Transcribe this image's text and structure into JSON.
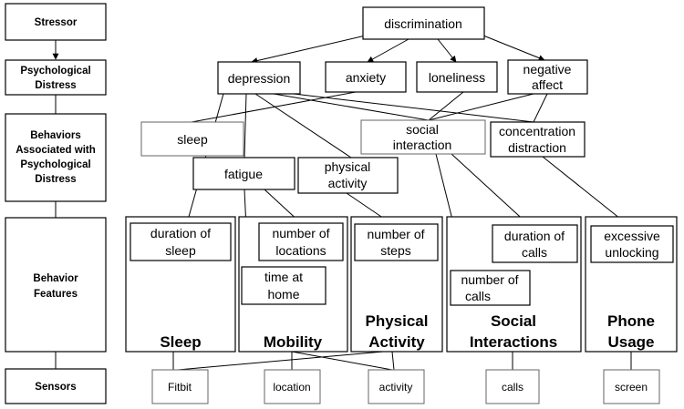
{
  "levels": {
    "stressor": "Stressor",
    "psych_distress": [
      "Psychological",
      "Distress"
    ],
    "behaviors": [
      "Behaviors",
      "Associated with",
      "Psychological",
      "Distress"
    ],
    "features": [
      "Behavior",
      "Features"
    ],
    "sensors": "Sensors"
  },
  "stressor": {
    "discrimination": "discrimination"
  },
  "distress": {
    "depression": "depression",
    "anxiety": "anxiety",
    "loneliness": "loneliness",
    "negative_affect": [
      "negative",
      "affect"
    ]
  },
  "behaviors": {
    "sleep": "sleep",
    "social_interaction": [
      "social",
      "interaction"
    ],
    "concentration_distraction": [
      "concentration",
      "distraction"
    ],
    "fatigue": "fatigue",
    "physical_activity": [
      "physical",
      "activity"
    ]
  },
  "features": {
    "duration_of_sleep": [
      "duration of",
      "sleep"
    ],
    "number_of_locations": [
      "number of",
      "locations"
    ],
    "time_at_home": [
      "time at",
      "home"
    ],
    "number_of_steps": [
      "number of",
      "steps"
    ],
    "duration_of_calls": [
      "duration of",
      "calls"
    ],
    "number_of_calls": [
      "number of",
      "calls"
    ],
    "excessive_unlocking": [
      "excessive",
      "unlocking"
    ]
  },
  "categories": {
    "sleep": [
      "Sleep"
    ],
    "mobility": [
      "Mobility"
    ],
    "physical_activity": [
      "Physical",
      "Activity"
    ],
    "social_interactions": [
      "Social",
      "Interactions"
    ],
    "phone_usage": [
      "Phone",
      "Usage"
    ]
  },
  "sensors": {
    "fitbit": "Fitbit",
    "location": "location",
    "activity": "activity",
    "calls": "calls",
    "screen": "screen"
  }
}
